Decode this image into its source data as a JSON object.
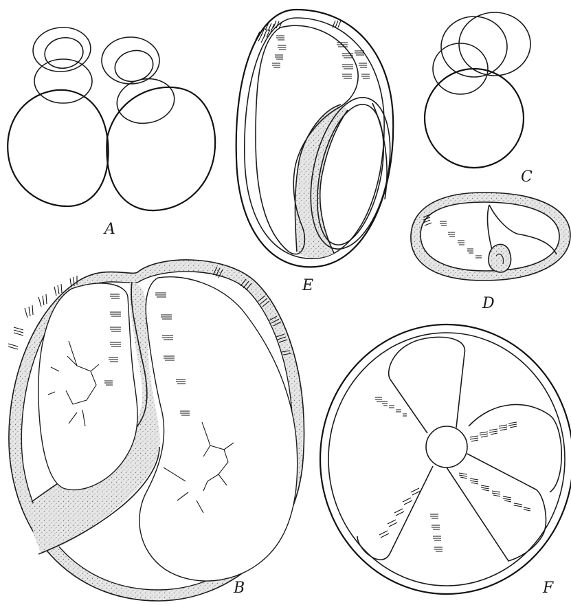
{
  "figure": {
    "labels": {
      "a": "A",
      "b": "B",
      "c": "C",
      "d": "D",
      "e": "E",
      "f": "F"
    },
    "colors": {
      "ink": "#1a1a1a",
      "stipple": "#8a8a8a",
      "background": "#ffffff"
    }
  }
}
